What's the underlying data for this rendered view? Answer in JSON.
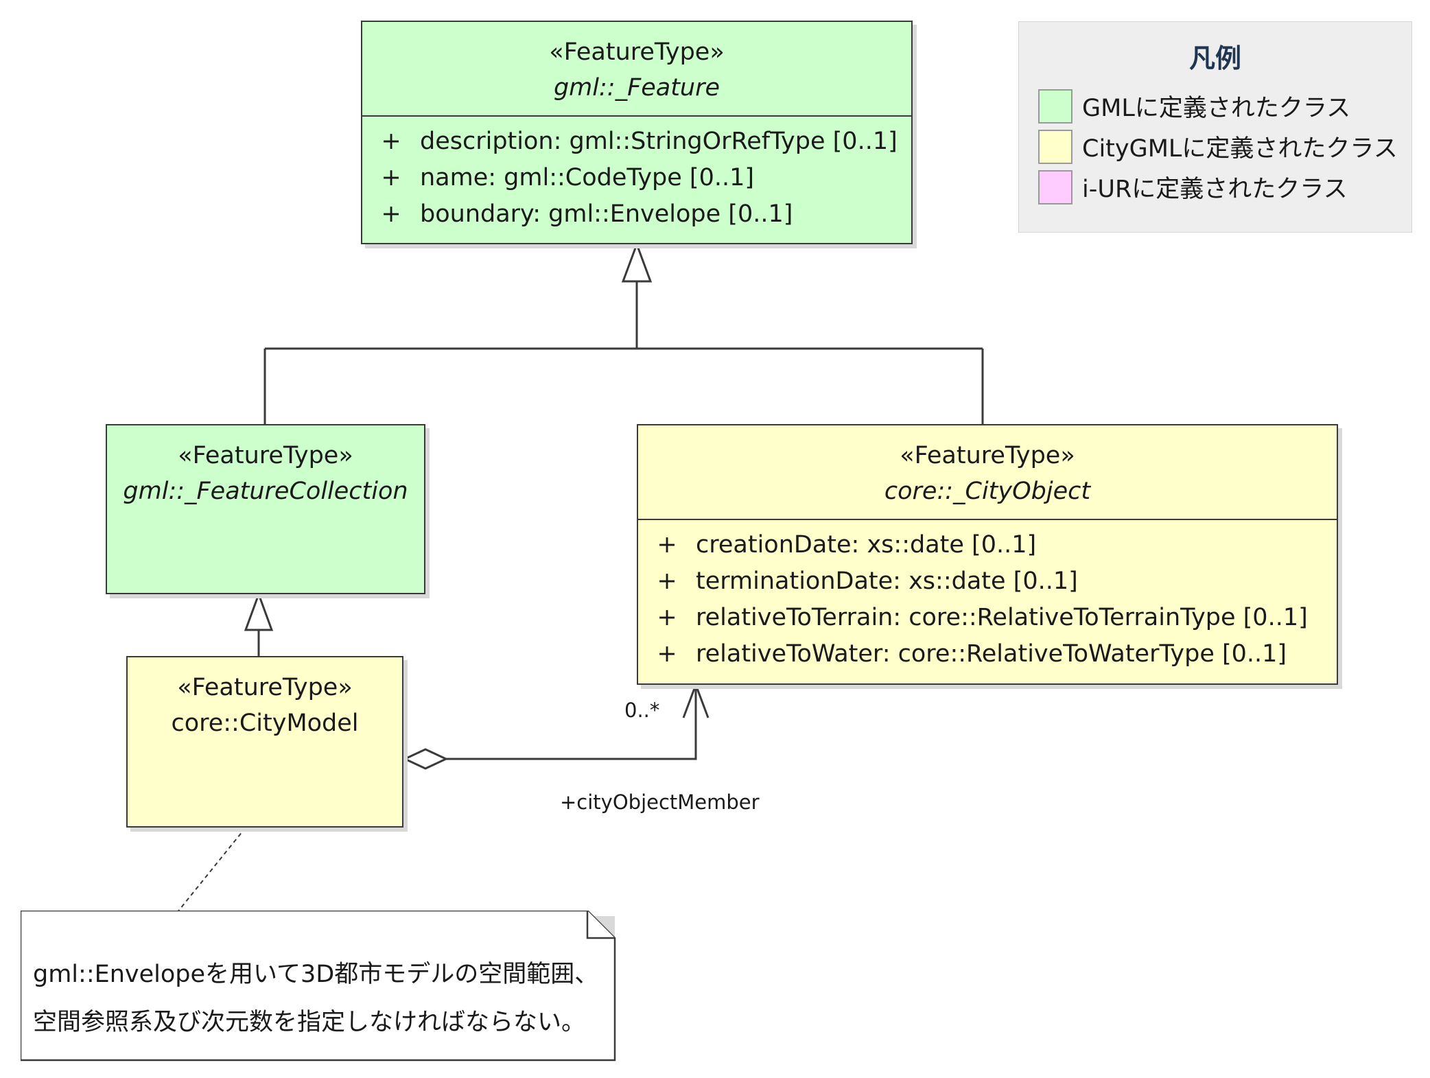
{
  "legend": {
    "title": "凡例",
    "items": [
      {
        "label": "GMLに定義されたクラス",
        "color": "#ccffcc"
      },
      {
        "label": "CityGMLに定義されたクラス",
        "color": "#ffffcc"
      },
      {
        "label": "i-URに定義されたクラス",
        "color": "#ffccff"
      }
    ]
  },
  "classes": {
    "feature": {
      "stereotype": "«FeatureType»",
      "name": "gml::_Feature",
      "attributes": [
        {
          "vis": "+",
          "text": "description: gml::StringOrRefType [0..1]"
        },
        {
          "vis": "+",
          "text": "name: gml::CodeType [0..1]"
        },
        {
          "vis": "+",
          "text": "boundary: gml::Envelope [0..1]"
        }
      ]
    },
    "feature_collection": {
      "stereotype": "«FeatureType»",
      "name": "gml::_FeatureCollection"
    },
    "city_object": {
      "stereotype": "«FeatureType»",
      "name": "core::_CityObject",
      "attributes": [
        {
          "vis": "+",
          "text": "creationDate: xs::date [0..1]"
        },
        {
          "vis": "+",
          "text": "terminationDate: xs::date [0..1]"
        },
        {
          "vis": "+",
          "text": "relativeToTerrain: core::RelativeToTerrainType [0..1]"
        },
        {
          "vis": "+",
          "text": "relativeToWater: core::RelativeToWaterType [0..1]"
        }
      ]
    },
    "city_model": {
      "stereotype": "«FeatureType»",
      "name": "core::CityModel"
    }
  },
  "association": {
    "multiplicity": "0..*",
    "role": "+cityObjectMember"
  },
  "note": {
    "line1": "gml::Envelopeを用いて3D都市モデルの空間範囲、",
    "line2": "空間参照系及び次元数を指定しなければならない。"
  }
}
